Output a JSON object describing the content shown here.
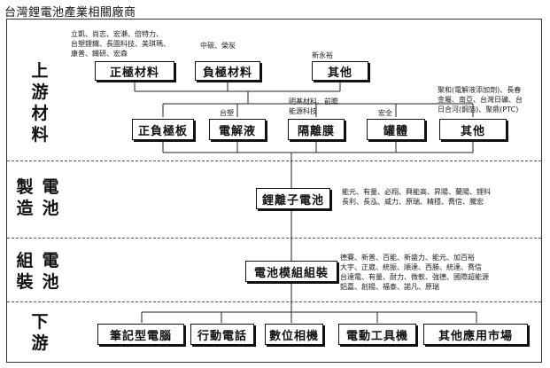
{
  "title": "台灣鋰電池產業相關廠商",
  "stages": {
    "upstream": [
      "上",
      "游",
      "材",
      "料"
    ],
    "manufacture_left": [
      "製",
      "造"
    ],
    "manufacture_right": [
      "電",
      "池"
    ],
    "assembly_left": [
      "組",
      "裝"
    ],
    "assembly_right": [
      "電",
      "池"
    ],
    "downstream": [
      "下",
      "游"
    ]
  },
  "materials_top": {
    "cathode": {
      "label": "正極材料",
      "companies": [
        "立凱、尚志、宏瀨、倍特力、",
        "台塑鋰鐵、長園科技、美琪瑪、",
        "康普、鐵研、宏森"
      ]
    },
    "anode": {
      "label": "負極材料",
      "companies": [
        "中碳、榮炭"
      ]
    },
    "other": {
      "label": "其他",
      "companies": [
        "新永裕"
      ]
    }
  },
  "components": {
    "electrode": {
      "label": "正負極板",
      "companies": []
    },
    "electrolyte": {
      "label": "電解液",
      "companies": [
        "台塑"
      ]
    },
    "separator": {
      "label": "隔離膜",
      "companies": [
        "明基材料、前瞻",
        "能源科技"
      ]
    },
    "can": {
      "label": "罐體",
      "companies": [
        "宏全"
      ]
    },
    "other": {
      "label": "其他",
      "companies": [
        "聚和(電解液添加劑)、長春",
        "金屬、南亞、台灣日礦、台",
        "日合河(鋼箔)、聚鼎(PTC)"
      ]
    }
  },
  "cell": {
    "label": "鋰離子電池",
    "companies": [
      "能元、有量、必翔、興能高、昇陽、蘭陽、鋰科",
      "長利、長泓、威力、原瑞、精穩、喬信、騰宏"
    ]
  },
  "module": {
    "label": "電池模組組裝",
    "companies": [
      "德賽、新普、百能、新盛力、能元、加百裕",
      "大宇、正崴、統振、順達、西勝、統達、喬信",
      "台達電、有量、耐力、微軟、強德、國際超能源",
      "鋁嘉、創揚、福泰、諾凡、原瑞"
    ]
  },
  "applications": [
    "筆記型電腦",
    "行動電話",
    "數位相機",
    "電動工具機",
    "其他應用市場"
  ]
}
